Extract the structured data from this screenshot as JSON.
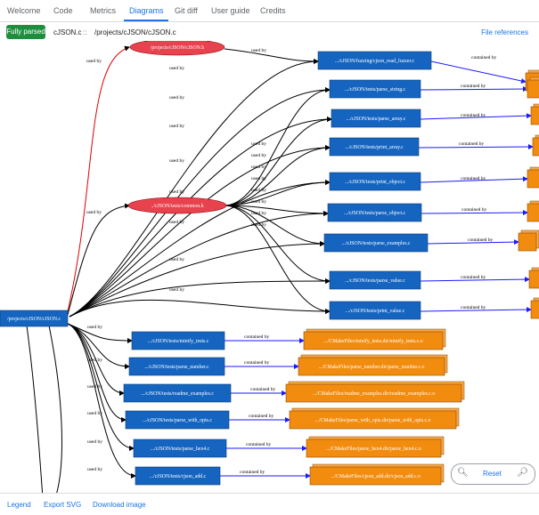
{
  "tabs": [
    "Welcome",
    "Code",
    "Metrics",
    "Diagrams",
    "Git diff",
    "User guide",
    "Credits"
  ],
  "active_tab": "Diagrams",
  "status": {
    "badge": "Fully parsed",
    "file": "cJSON.c",
    "separator": "::",
    "path": "/projects/cJSON/cJSON.c",
    "file_references": "File references"
  },
  "graph": {
    "center_node": "/projects/cJSON/cJSON.c",
    "header_nodes": [
      "/projects/cJSON/cJSON.h",
      "../cJSON/tests/common.h"
    ],
    "upper_nodes": [
      {
        "label": ".../cJSON/fuzzing/cjson_read_fuzzer.c",
        "edge": "contained by"
      },
      {
        "label": ".../cJSON/tests/parse_string.c",
        "edge": "contained by"
      },
      {
        "label": ".../cJSON/tests/parse_array.c",
        "edge": "contained by"
      },
      {
        "label": ".../cJSON/tests/print_array.c",
        "edge": "contained by"
      },
      {
        "label": ".../cJSON/tests/print_object.c",
        "edge": "contained by"
      },
      {
        "label": ".../cJSON/tests/parse_object.c",
        "edge": "contained by"
      },
      {
        "label": ".../cJSON/tests/parse_examples.c",
        "edge": "contained by"
      },
      {
        "label": ".../cJSON/tests/parse_value.c",
        "edge": "contained by"
      },
      {
        "label": ".../cJSON/tests/print_value.c",
        "edge": "contained by"
      }
    ],
    "lower_nodes": [
      {
        "label": ".../cJSON/tests/minify_tests.c",
        "edge": "contained by",
        "target": ".../CMakeFiles/minify_tests.dir/minify_tests.c.o"
      },
      {
        "label": ".../cJSON/tests/parse_number.c",
        "edge": "contained by",
        "target": ".../CMakeFiles/parse_number.dir/parse_number.c.o"
      },
      {
        "label": ".../cJSON/tests/readme_examples.c",
        "edge": "contained by",
        "target": ".../CMakeFiles/readme_examples.dir/readme_examples.c.o"
      },
      {
        "label": ".../cJSON/tests/parse_with_opts.c",
        "edge": "contained by",
        "target": ".../CMakeFiles/parse_with_opts.dir/parse_with_opts.c.o"
      },
      {
        "label": ".../cJSON/tests/parse_hex4.c",
        "edge": "contained by",
        "target": ".../CMakeFiles/parse_hex4.dir/parse_hex4.c.o"
      },
      {
        "label": ".../cJSON/tests/cjson_add.c",
        "edge": "contained by",
        "target": ".../CMakeFiles/cjson_add.dir/cjson_add.c.o"
      }
    ],
    "edge_used_by": "used by"
  },
  "zoom": {
    "reset": "Reset",
    "zoom_in_icon": "zoom-in-icon",
    "zoom_out_icon": "zoom-out-icon"
  },
  "footer": {
    "legend": "Legend",
    "export": "Export SVG",
    "download": "Download image"
  },
  "colors": {
    "accent": "#1a73e8",
    "badge": "#1e8e3e",
    "node_blue": "#1565c0",
    "node_orange": "#f28c0f",
    "header_red": "#e8424e",
    "edge_blue": "#1a1aff"
  }
}
